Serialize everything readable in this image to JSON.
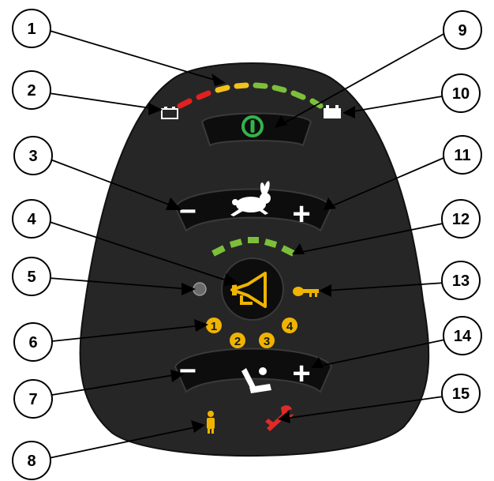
{
  "callouts": [
    {
      "label": "1"
    },
    {
      "label": "2"
    },
    {
      "label": "3"
    },
    {
      "label": "4"
    },
    {
      "label": "5"
    },
    {
      "label": "6"
    },
    {
      "label": "7"
    },
    {
      "label": "8"
    },
    {
      "label": "9"
    },
    {
      "label": "10"
    },
    {
      "label": "11"
    },
    {
      "label": "12"
    },
    {
      "label": "13"
    },
    {
      "label": "14"
    },
    {
      "label": "15"
    }
  ],
  "speed_buttons": {
    "minus": "−",
    "plus": "+"
  },
  "seat_buttons": {
    "minus": "−",
    "plus": "+"
  },
  "profiles": [
    "1",
    "2",
    "3",
    "4"
  ],
  "icons": {
    "battery_empty": "battery-empty-icon",
    "battery_full": "battery-full-icon",
    "power": "power-icon",
    "rabbit": "rabbit-icon",
    "horn": "horn-icon",
    "key": "key-icon",
    "seat": "seat-icon",
    "attendant": "attendant-icon",
    "wrench": "wrench-icon"
  },
  "colors": {
    "panel": "#252525",
    "button": "#111111",
    "battery_red": "#e0211f",
    "battery_amber": "#f2c21b",
    "battery_green": "#7dbf3a",
    "power_green": "#33b44a",
    "profile_amber": "#f0b400",
    "wrench_red": "#e02a2a"
  }
}
